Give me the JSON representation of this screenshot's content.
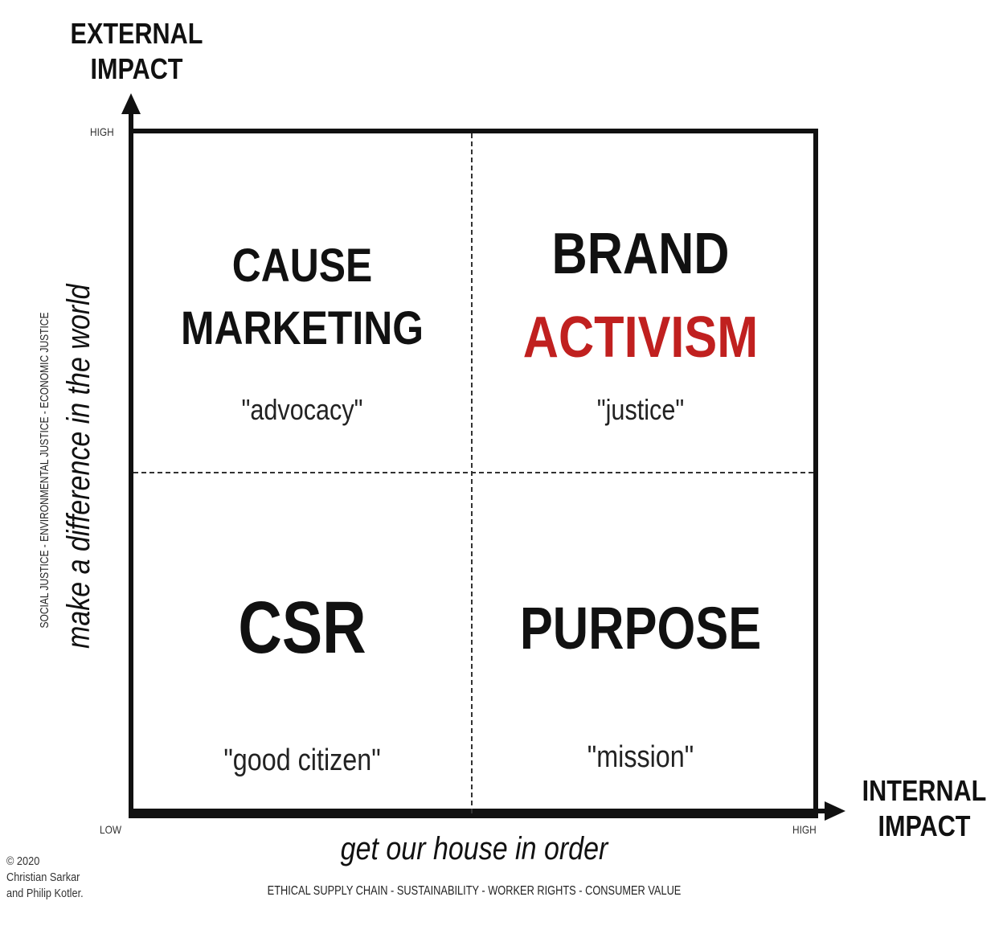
{
  "axes": {
    "y": {
      "title_line1": "EXTERNAL",
      "title_line2": "IMPACT",
      "high_label": "HIGH",
      "description": "make a difference in the world",
      "subdescription": "SOCIAL JUSTICE - ENVIRONMENTAL JUSTICE - ECONOMIC JUSTICE"
    },
    "x": {
      "title_line1": "INTERNAL",
      "title_line2": "IMPACT",
      "low_label": "LOW",
      "high_label": "HIGH",
      "description": "get our house in order",
      "subdescription": "ETHICAL SUPPLY CHAIN - SUSTAINABILITY - WORKER RIGHTS - CONSUMER VALUE"
    }
  },
  "quadrants": {
    "top_left": {
      "title_line1": "CAUSE",
      "title_line2": "MARKETING",
      "subtitle": "\"advocacy\""
    },
    "top_right": {
      "title_line1": "BRAND",
      "title_line2": "ACTIVISM",
      "subtitle": "\"justice\""
    },
    "bottom_left": {
      "title": "CSR",
      "subtitle": "\"good citizen\""
    },
    "bottom_right": {
      "title": "PURPOSE",
      "subtitle": "\"mission\""
    }
  },
  "colors": {
    "accent": "#c0201f",
    "ink": "#111111"
  },
  "copyright": {
    "line1": "© 2020",
    "line2": "Christian Sarkar",
    "line3": "and Philip Kotler."
  }
}
